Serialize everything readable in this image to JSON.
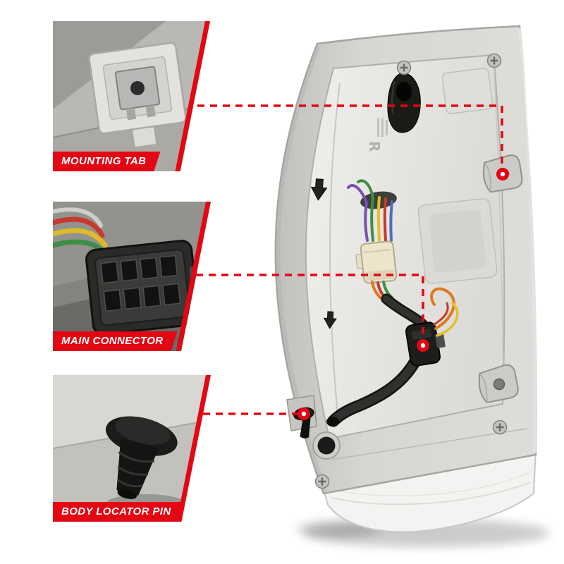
{
  "image": {
    "accent": "#e30613",
    "background": "#ffffff"
  },
  "callouts": [
    {
      "id": "mounting-tab",
      "label": "MOUNTING TAB"
    },
    {
      "id": "main-connector",
      "label": "MAIN CONNECTOR"
    },
    {
      "id": "body-locator-pin",
      "label": "BODY LOCATOR PIN"
    }
  ],
  "product": {
    "molded_marking": "R"
  }
}
